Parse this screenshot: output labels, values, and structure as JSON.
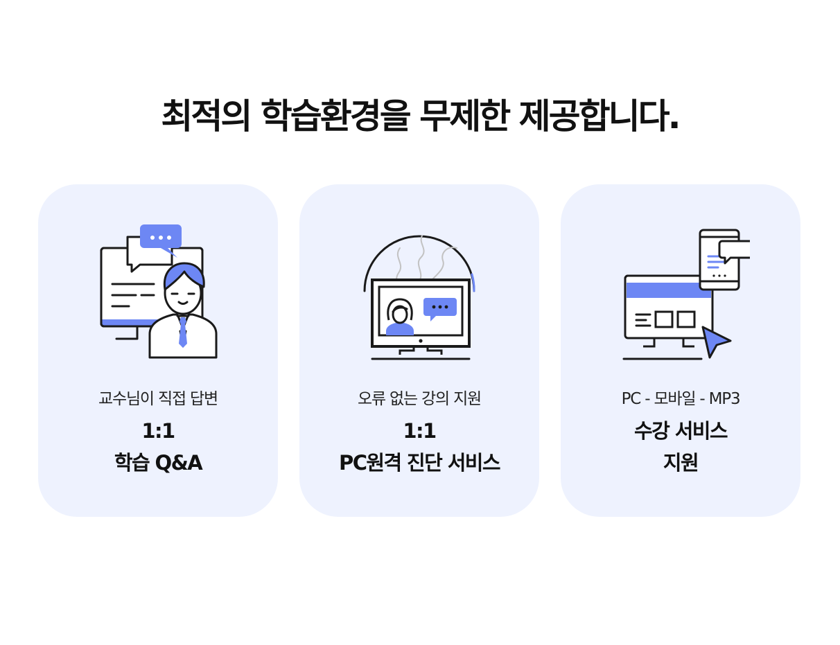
{
  "headline": "최적의 학습환경을 무제한 제공합니다.",
  "colors": {
    "accent": "#6d87f4",
    "card_background": "#eef2fe",
    "line": "#1a1a1a",
    "heading": "#111111"
  },
  "cards": [
    {
      "icon": "professor-qa-icon",
      "caption": "교수님이 직접 답변",
      "title_line1": "1:1",
      "title_line2": "학습 Q&A"
    },
    {
      "icon": "remote-pc-diagnosis-icon",
      "caption": "오류 없는 강의 지원",
      "title_line1": "1:1",
      "title_line2": "PC원격 진단 서비스"
    },
    {
      "icon": "multi-device-icon",
      "caption": "PC - 모바일 - MP3",
      "title_line1": "수강 서비스",
      "title_line2": "지원"
    }
  ]
}
